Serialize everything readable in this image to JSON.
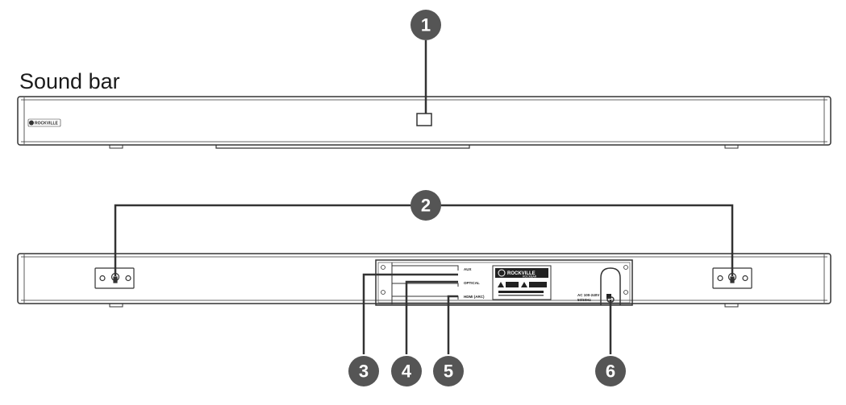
{
  "title": "Sound bar",
  "brand": {
    "logo": "ROCKVILLE",
    "model": "ROCKBAR"
  },
  "port_labels": {
    "aux": "AUX",
    "optical": "OPTICAL",
    "hdmi": "HDMI (ARC)",
    "power": "AC 100-240V",
    "power_sub": "50/60Hz"
  },
  "callouts": [
    "1",
    "2",
    "3",
    "4",
    "5",
    "6"
  ],
  "colors": {
    "callout_fill": "#555555",
    "line": "#333333",
    "watermark": "#f3f3f3"
  }
}
